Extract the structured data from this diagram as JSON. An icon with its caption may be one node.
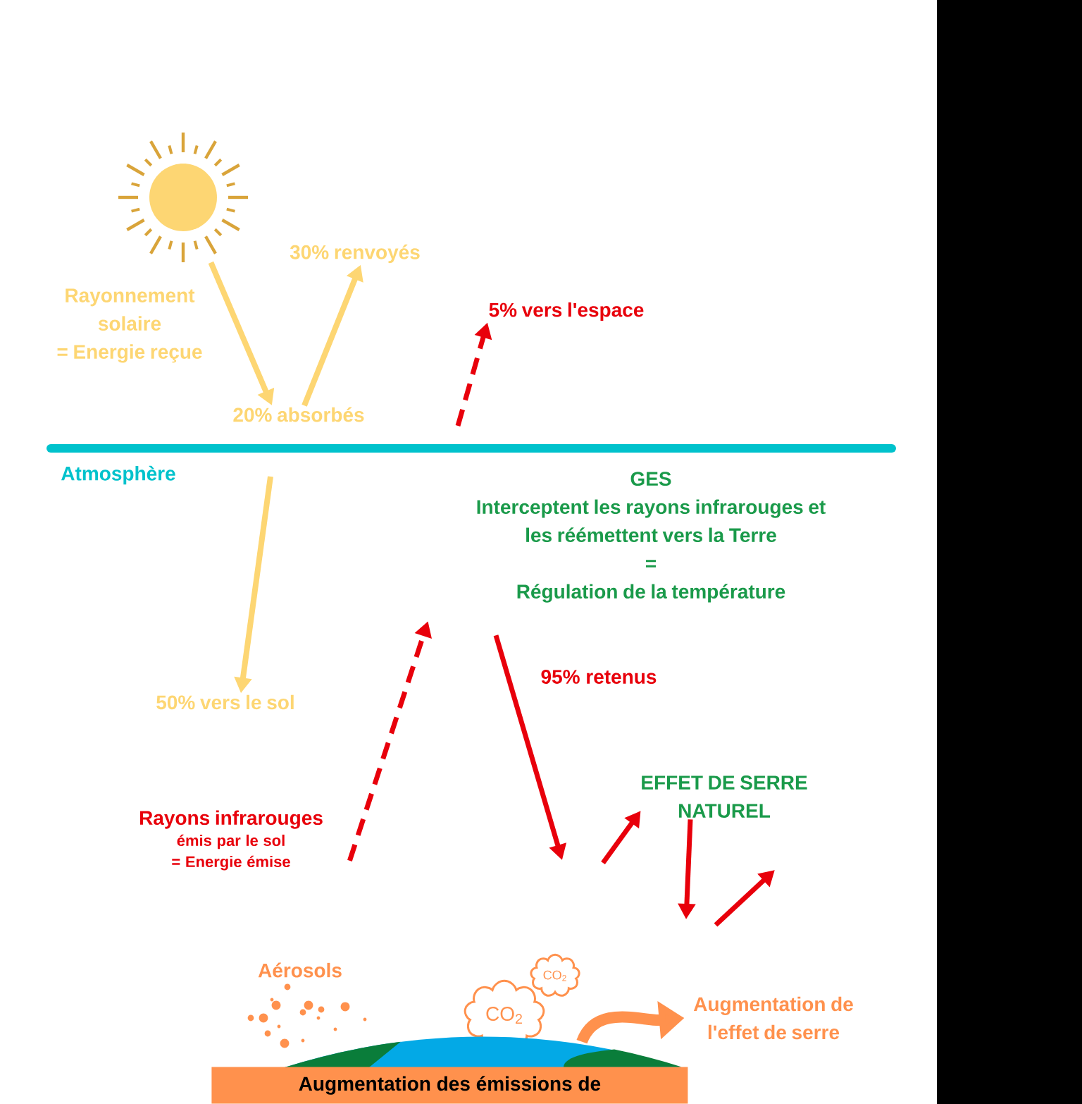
{
  "diagram": {
    "nodes": [
      {
        "text": [],
        "shape": "picture",
        "beside": [
          "Rayonnement solaire = Energie reçue"
        ]
      },
      {
        "text": [
          "30%  renvoyés"
        ]
      },
      {
        "text": [
          "5% vers l'espace"
        ]
      },
      {
        "text": [
          "20% absorbés"
        ]
      },
      {
        "text": [
          "GES",
          "Interceptent les rayons infrarouges et les réémettent vers la Terre",
          "=",
          "Régulation de la température"
        ]
      },
      {
        "text": [
          "50%  vers le sol"
        ]
      },
      {
        "text": [
          "Rayons infrarouges",
          "émis par le sol = Energie émise"
        ]
      },
      {
        "text": [
          "EFFET DE SERRE NATUREL"
        ]
      },
      {
        "text": [
          "CO$_{2}$"
        ]
      },
      {
        "text": [
          "CO$_{2}$"
        ]
      },
      {
        "text": [
          "Augmentation de l'effet de serre"
        ]
      },
      {
        "text": [],
        "shape": "picture"
      },
      {
        "text": [
          "Augmentation des émissions de"
        ]
      }
    ],
    "edges": [
      {
        "from": 0,
        "to": 3,
        "arrow": "to",
        "color": "#fdd673"
      },
      {
        "from": 3,
        "to": 1,
        "arrow": "to",
        "color": "#fdd673"
      },
      {
        "from": null,
        "to": 2,
        "arrow": "to",
        "style": "dashed"
      },
      {
        "from": null,
        "to": 5,
        "arrow": "to",
        "color": "#fdd673"
      },
      {
        "from": 6,
        "to": 4,
        "arrow": "to",
        "style": "dashed"
      },
      {
        "from": 4,
        "to": null,
        "arrow": "to",
        "label": "95% retenus"
      },
      {
        "from": null,
        "to": 7,
        "arrow": "to"
      },
      {
        "from": 7,
        "to": null,
        "arrow": "to"
      },
      {
        "from": 11,
        "to": 10,
        "arrow": "to",
        "style": "thick",
        "color": "#ff914d"
      }
    ],
    "labels": [
      "Atmosphère",
      "Aérosols"
    ]
  }
}
